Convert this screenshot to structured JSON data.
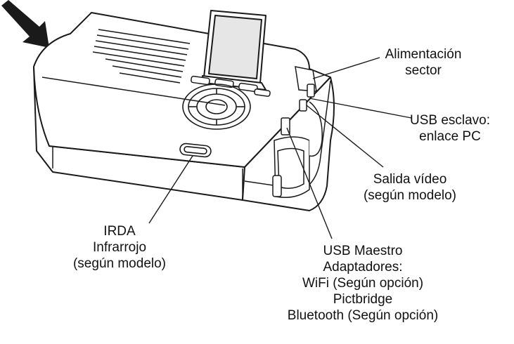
{
  "labels": {
    "power": [
      "Alimentación",
      "sector"
    ],
    "usb_slave": [
      "USB esclavo:",
      "enlace PC"
    ],
    "video_out": [
      "Salida vídeo",
      "(según modelo)"
    ],
    "irda": [
      "IRDA",
      "Infrarrojo",
      "(según modelo)"
    ],
    "usb_master": [
      "USB Maestro",
      "Adaptadores:",
      "WiFi (Según opción)",
      "Pictbridge",
      "Bluetooth (Según opción)"
    ]
  },
  "colors": {
    "line": "#1a1a1a",
    "arrow": "#1a1a1a",
    "body_fill": "#ffffff",
    "screen_fill": "#e6e6e6"
  },
  "icons": {
    "pointer": "arrow-icon"
  }
}
